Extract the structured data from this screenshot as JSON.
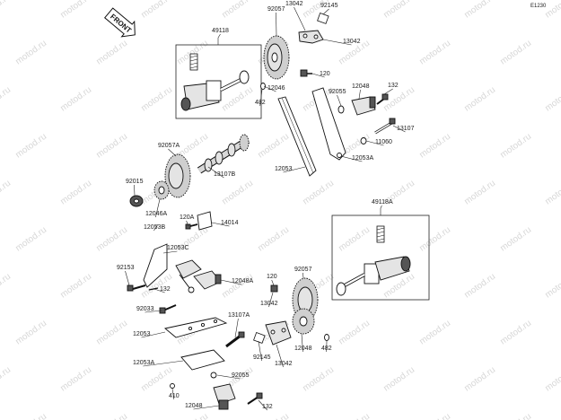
{
  "diagram": {
    "code": "E1230",
    "front_label": "FRONT",
    "watermark_text": "motod.ru",
    "labels": [
      "49118",
      "92057",
      "13042",
      "92145",
      "13042",
      "120",
      "12046",
      "482",
      "92055",
      "12048",
      "132",
      "13107",
      "11060",
      "12053A",
      "12053",
      "92057A",
      "13107B",
      "92015",
      "12046A",
      "12053B",
      "120A",
      "14014",
      "12053C",
      "92153",
      "132",
      "12048A",
      "92033",
      "49118A",
      "120",
      "92057",
      "13042",
      "13107A",
      "12053",
      "12048",
      "482",
      "92145",
      "13042",
      "12053A",
      "92055",
      "410",
      "12048",
      "132"
    ]
  }
}
